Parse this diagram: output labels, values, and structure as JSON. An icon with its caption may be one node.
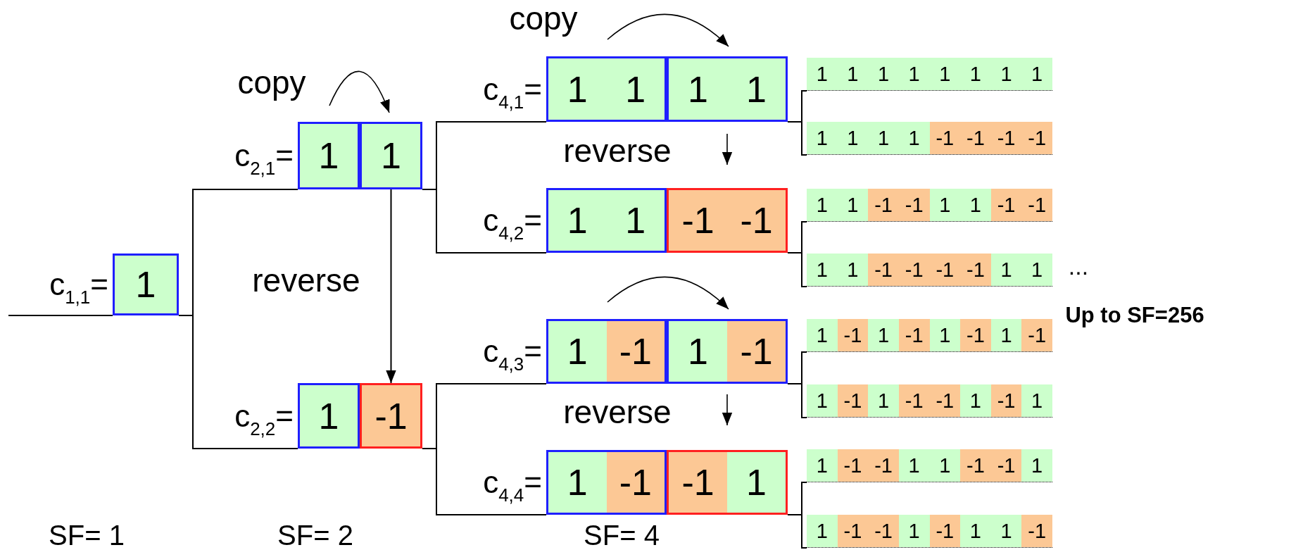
{
  "diagram": {
    "nodes": [
      {
        "text": [
          "1"
        ],
        "beside": [
          "c$_{1,1}$="
        ]
      },
      {
        "text": [
          "1"
        ],
        "beside": [
          "c$_{2,1}$="
        ]
      },
      {
        "text": [
          "1"
        ]
      },
      {
        "text": [
          "1"
        ],
        "beside": [
          "c$_{2,2}$="
        ]
      },
      {
        "text": [
          "-1"
        ]
      },
      {
        "text": [
          "1",
          "1"
        ],
        "beside": [
          "c$_{4,1}$="
        ]
      },
      {
        "text": [
          "1",
          "1"
        ]
      },
      {
        "text": [
          "1",
          "1"
        ],
        "beside": [
          "c$_{4,2}$="
        ]
      },
      {
        "text": [
          "-1",
          "-1"
        ]
      },
      {
        "text": [
          "1",
          "-1"
        ],
        "beside": [
          "c$_{4,3}$="
        ]
      },
      {
        "text": [
          "1",
          "-1"
        ]
      },
      {
        "text": [
          "1",
          "-1"
        ],
        "beside": [
          "c$_{4,4}$="
        ]
      },
      {
        "text": [
          "-1",
          "1"
        ]
      },
      {
        "text": [
          "1",
          "1",
          "1",
          "1",
          "1",
          "1",
          "1",
          "1"
        ]
      },
      {
        "text": [
          "1",
          "1",
          "1",
          "1",
          "-1",
          "-1",
          "-1",
          "-1"
        ]
      },
      {
        "text": [
          "1",
          "1",
          "-1",
          "-1",
          "1",
          "1",
          "-1",
          "-1"
        ]
      },
      {
        "text": [
          "1",
          "1",
          "-1",
          "-1",
          "-1",
          "-1",
          "1",
          "1"
        ]
      },
      {
        "text": [
          "1",
          "-1",
          "1",
          "-1",
          "1",
          "-1",
          "1",
          "-1"
        ]
      },
      {
        "text": [
          "1",
          "-1",
          "1",
          "-1",
          "-1",
          "1",
          "-1",
          "1"
        ]
      },
      {
        "text": [
          "1",
          "-1",
          "-1",
          "1",
          "1",
          "-1",
          "-1",
          "1"
        ]
      },
      {
        "text": [
          "1",
          "-1",
          "-1",
          "1",
          "-1",
          "1",
          "1",
          "-1"
        ]
      }
    ],
    "edges": [
      {
        "from": null,
        "to": 0,
        "arrow": "none"
      },
      {
        "from": 0,
        "to": 1,
        "arrow": "none"
      },
      {
        "from": 0,
        "to": 3,
        "arrow": "none"
      },
      {
        "from": 2,
        "to": 5,
        "arrow": "none"
      },
      {
        "from": 2,
        "to": 7,
        "arrow": "none"
      },
      {
        "from": 4,
        "to": 9,
        "arrow": "none"
      },
      {
        "from": 4,
        "to": 11,
        "arrow": "none"
      },
      {
        "from": 6,
        "to": 13,
        "arrow": "none"
      },
      {
        "from": 6,
        "to": 14,
        "arrow": "none"
      },
      {
        "from": 8,
        "to": 15,
        "arrow": "none"
      },
      {
        "from": 8,
        "to": 16,
        "arrow": "none"
      },
      {
        "from": 10,
        "to": 17,
        "arrow": "none"
      },
      {
        "from": 10,
        "to": 18,
        "arrow": "none"
      },
      {
        "from": 12,
        "to": 19,
        "arrow": "none"
      },
      {
        "from": 12,
        "to": 20,
        "arrow": "none"
      },
      {
        "from": 2,
        "to": 4,
        "arrow": "to"
      }
    ],
    "labels": [
      "copy",
      "copy",
      "reverse",
      "...",
      "reverse",
      "Up to SF=256",
      "reverse",
      "SF= 1",
      "SF= 2",
      "SF= 4"
    ]
  }
}
